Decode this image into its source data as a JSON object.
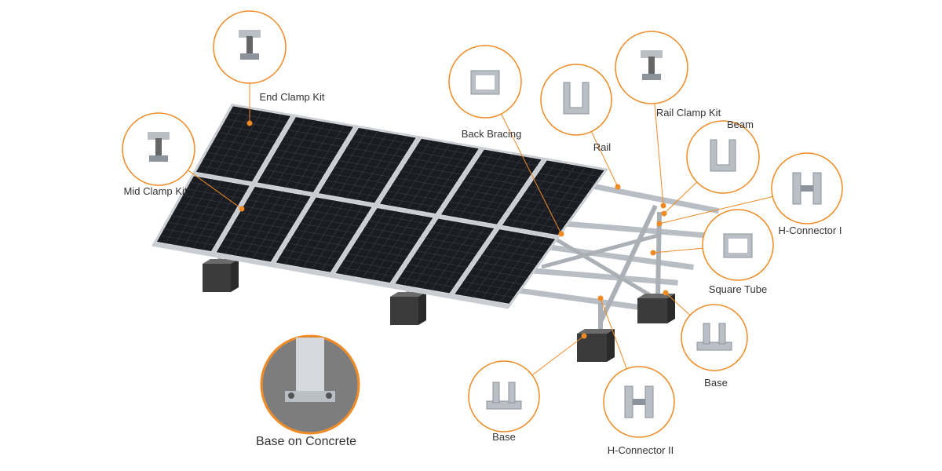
{
  "accent_color": "#f08a24",
  "callouts": [
    {
      "id": "end-clamp-kit",
      "label": "End Clamp Kit",
      "icon": "end-clamp-icon"
    },
    {
      "id": "mid-clamp-kit",
      "label": "Mid Clamp Kit",
      "icon": "mid-clamp-icon"
    },
    {
      "id": "back-bracing",
      "label": "Back Bracing",
      "icon": "back-bracing-icon"
    },
    {
      "id": "rail",
      "label": "Rail",
      "icon": "rail-icon"
    },
    {
      "id": "rail-clamp-kit",
      "label": "Rail Clamp Kit",
      "icon": "rail-clamp-icon"
    },
    {
      "id": "beam",
      "label": "Beam",
      "icon": "beam-icon"
    },
    {
      "id": "h-connector-1",
      "label": "H-Connector I",
      "icon": "h-connector-icon"
    },
    {
      "id": "square-tube",
      "label": "Square Tube",
      "icon": "square-tube-icon"
    },
    {
      "id": "base-right",
      "label": "Base",
      "icon": "base-icon"
    },
    {
      "id": "h-connector-2",
      "label": "H-Connector II",
      "icon": "h-connector-icon"
    },
    {
      "id": "base-left",
      "label": "Base",
      "icon": "base-icon"
    },
    {
      "id": "base-on-concrete",
      "label": "Base on Concrete",
      "icon": "base-on-concrete-icon"
    }
  ]
}
